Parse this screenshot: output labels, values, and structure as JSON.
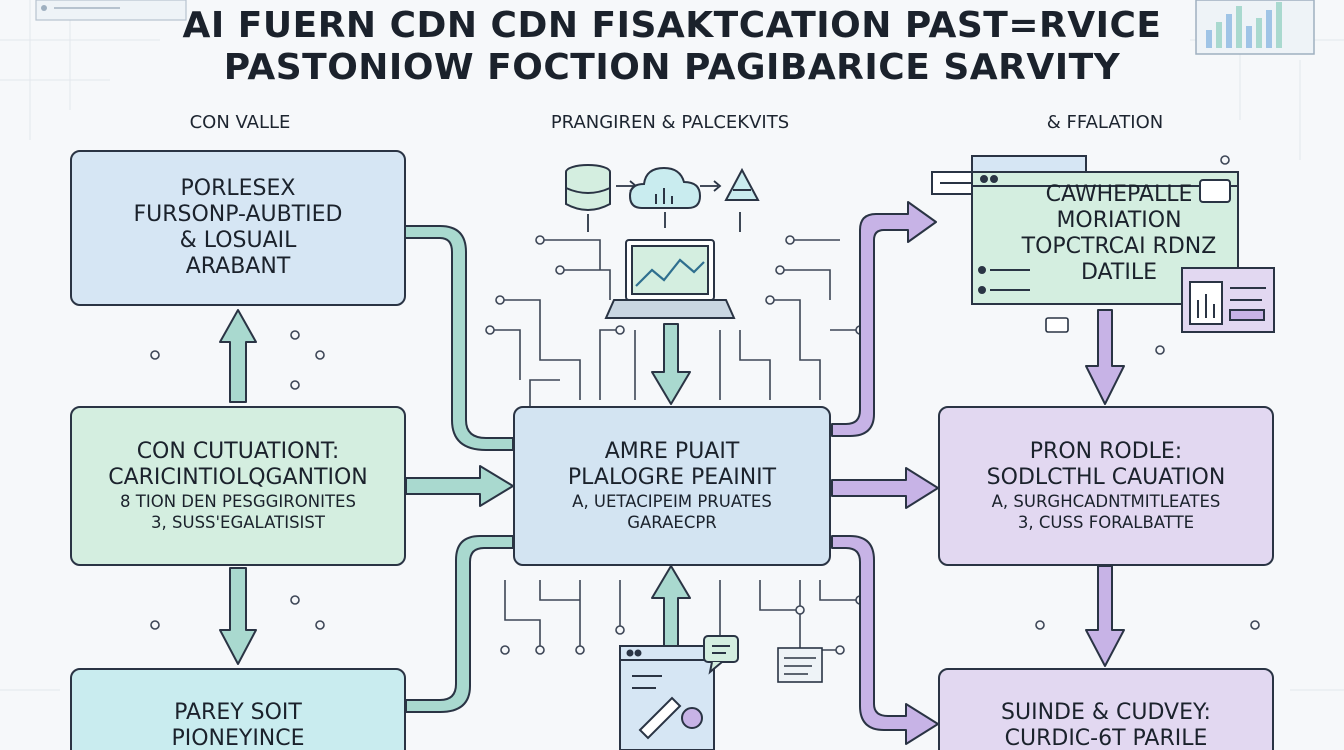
{
  "title": {
    "line1": "AI FUERN CDN CDN FISAKTCATION PAST=RVICE",
    "line2": "PASTONIOW FOCTION PAGIBARICE SARVITY"
  },
  "columns": {
    "left": "CON VALLE",
    "center": "PRANGIREN & PALCEKVITS",
    "right": "& FFALATION"
  },
  "boxes": {
    "top_left": {
      "lines": [
        "PORLESEX",
        "FURSONP-AUBTIED",
        "& LOSUAIL",
        "ARABANT"
      ]
    },
    "mid_left": {
      "heading": [
        "CON CUTUATIONT:",
        "CARICINTIOLQGANTION"
      ],
      "sub": [
        "8 TION DEN PESGGIRONITES",
        "3, SUSS'EGALATISIST"
      ]
    },
    "bottom_left": {
      "lines": [
        "PAREY SOIT",
        "PIONEYINCE"
      ]
    },
    "center": {
      "heading": [
        "AMRE PUAIT",
        "PLALOGRE PEAINIT"
      ],
      "sub": [
        "A, UETACIPEIM PRUATES",
        "GARAECPR"
      ]
    },
    "top_right": {
      "lines": [
        "CAWHEPALLE",
        "MORIATION",
        "TOPCTRCAI RDNZ",
        "DATILE"
      ]
    },
    "mid_right": {
      "heading": [
        "PRON RODLE:",
        "SODLCTHL CAUATION"
      ],
      "sub": [
        "A, SURGHCADNTMITLEATES",
        "3, CUSS FORALBATTE"
      ]
    },
    "bottom_right": {
      "lines": [
        "SUINDE & CUDVEY:",
        "CURDIC-6T PARILE"
      ]
    }
  },
  "icons": {
    "database": "database-icon",
    "cloud": "cloud-chart-icon",
    "ai": "ai-triangle-icon",
    "laptop": "laptop-chart-icon",
    "browser": "browser-window-icon",
    "dashboard": "dashboard-icon",
    "document": "document-edit-icon",
    "chat": "chat-bubble-icon",
    "barchart": "bar-chart-icon"
  },
  "colors": {
    "blue": "#d6e6f4",
    "green": "#d4eee0",
    "teal": "#c9ecef",
    "purple": "#e2d8f1",
    "arrow_teal": "#a9d9cf",
    "arrow_purple": "#c7b3e6",
    "line": "#2a3444"
  }
}
